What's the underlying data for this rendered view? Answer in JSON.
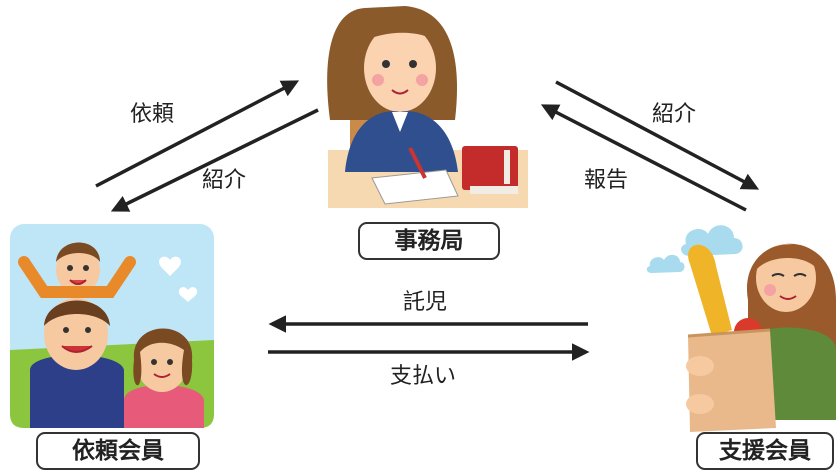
{
  "nodes": {
    "office": "事務局",
    "requester": "依頼会員",
    "supporter": "支援会員"
  },
  "arrows": {
    "requester_to_office": "依頼",
    "office_to_requester": "紹介",
    "office_to_supporter": "紹介",
    "supporter_to_office": "報告",
    "supporter_to_requester": "託児",
    "requester_to_supporter": "支払い"
  }
}
